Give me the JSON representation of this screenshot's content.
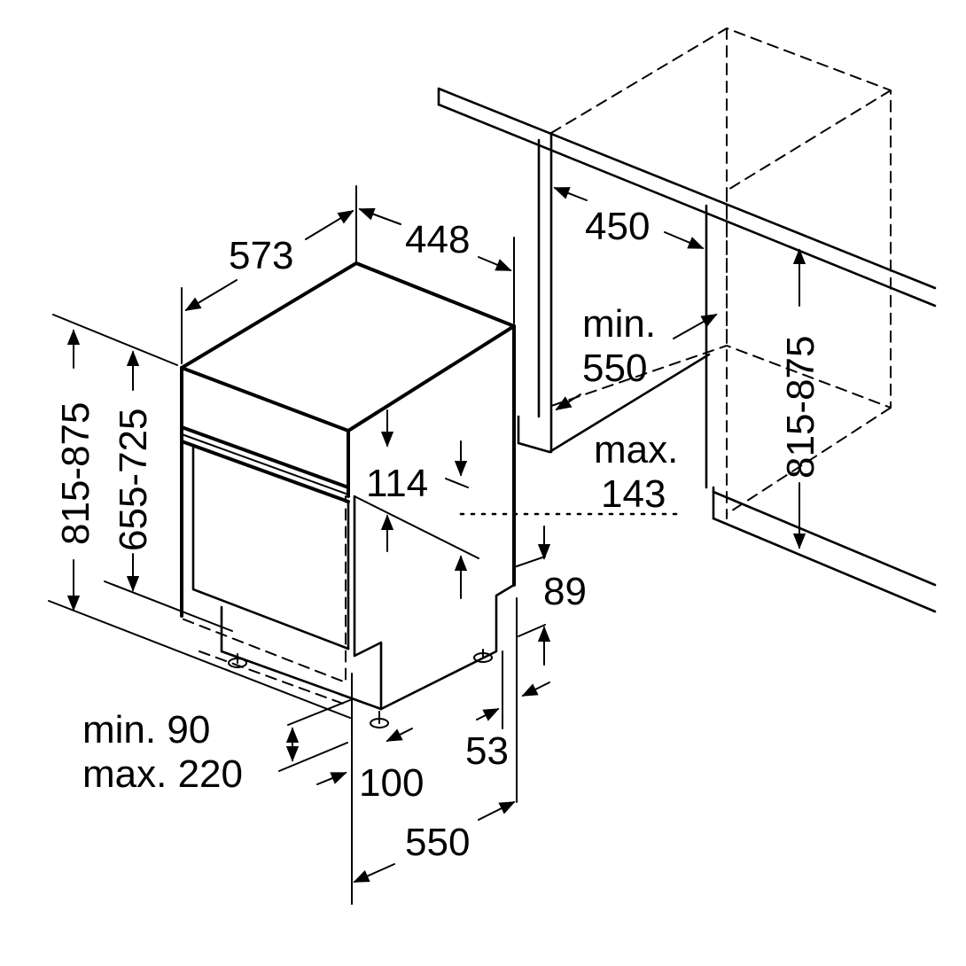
{
  "labels": {
    "depth_total": "573",
    "width_total": "448",
    "niche_width": "450",
    "niche_depth_min_line1": "min.",
    "niche_depth_min_line2": "550",
    "niche_height_right": "815-875",
    "height_total_left": "815-875",
    "height_body_left": "655-725",
    "panel_114": "114",
    "max_143_line1": "max.",
    "max_143_line2": "143",
    "plinth_89": "89",
    "plinth_53": "53",
    "foot_100": "100",
    "depth_550": "550",
    "plinth_min_line1": "min. 90",
    "plinth_min_line2": "max. 220"
  },
  "colors": {
    "line": "#000000",
    "background": "#ffffff"
  }
}
